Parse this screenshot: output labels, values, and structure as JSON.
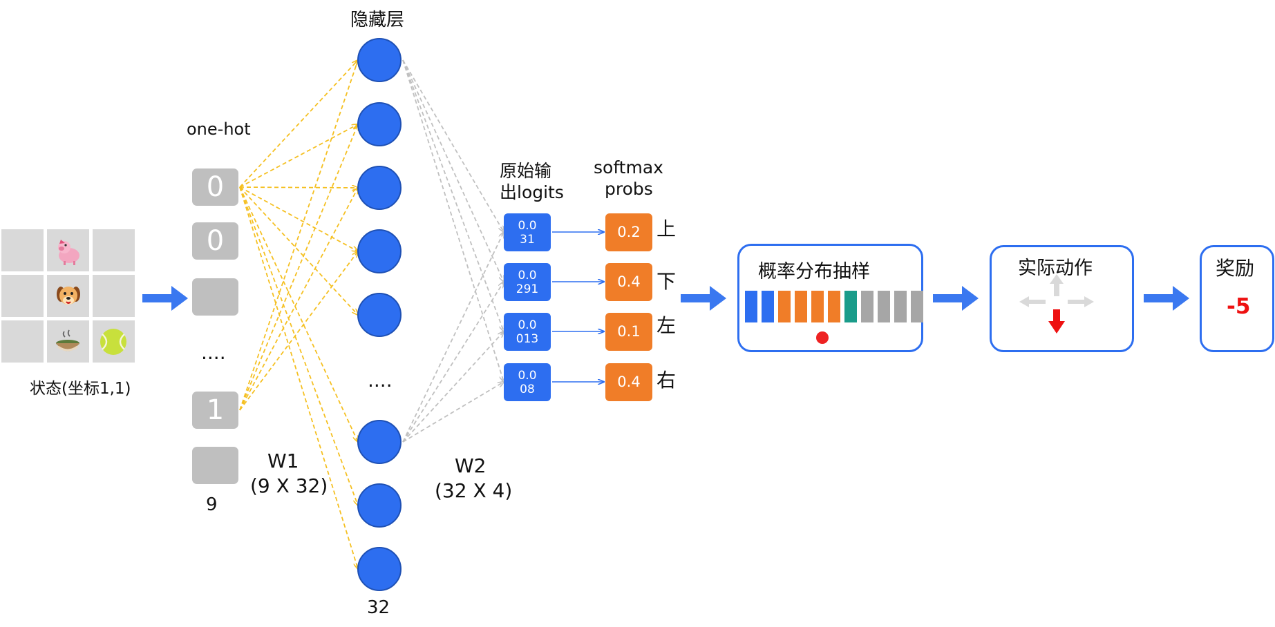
{
  "state": {
    "caption": "状态(坐标1,1)",
    "grid_icons": [
      "pig-icon",
      "dog-icon",
      "food-bowl-icon",
      "tennis-ball-icon"
    ]
  },
  "onehot": {
    "title": "one-hot",
    "values": [
      "0",
      "0",
      "",
      "1",
      ""
    ],
    "ellipsis": "....",
    "count": "9"
  },
  "w1": {
    "name": "W1",
    "dims": "(9 X 32)"
  },
  "hidden": {
    "title": "隐藏层",
    "ellipsis": "....",
    "count": "32"
  },
  "w2": {
    "name": "W2",
    "dims": "(32 X 4)"
  },
  "logits": {
    "title_line1": "原始输",
    "title_line2": "出logits",
    "values": [
      {
        "line1": "0.0",
        "line2": "31"
      },
      {
        "line1": "0.0",
        "line2": "291"
      },
      {
        "line1": "0.0",
        "line2": "013"
      },
      {
        "line1": "0.0",
        "line2": "08"
      }
    ]
  },
  "softmax": {
    "title_line1": "softmax",
    "title_line2": "probs",
    "values": [
      "0.2",
      "0.4",
      "0.1",
      "0.4"
    ],
    "directions": [
      "上",
      "下",
      "左",
      "右"
    ]
  },
  "sampling": {
    "title": "概率分布抽样",
    "bar_colors": [
      "#2d6ef0",
      "#2d6ef0",
      "#f07d28",
      "#f07d28",
      "#f07d28",
      "#f07d28",
      "#1a9c8a",
      "#a6a6a6",
      "#a6a6a6",
      "#a6a6a6",
      "#a6a6a6"
    ]
  },
  "action": {
    "title": "实际动作",
    "chosen": "down"
  },
  "reward": {
    "title": "奖励",
    "value": "-5"
  },
  "colors": {
    "blue": "#2d6ef0",
    "orange": "#f07d28",
    "yellow_dashed": "#f5c022",
    "gray_dashed": "#c0c0c0",
    "reward_red": "#ee1111"
  }
}
